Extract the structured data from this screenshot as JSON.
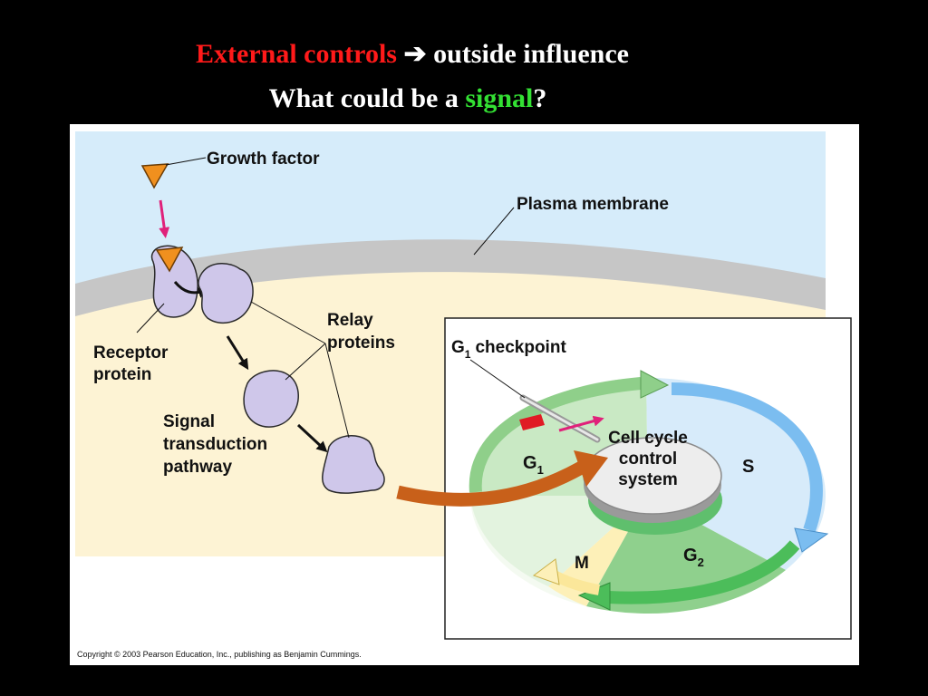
{
  "slide": {
    "title_red": "External controls",
    "title_arrow": "➔",
    "title_rest": "outside influence",
    "question_pre": "What could be a ",
    "question_green": "signal",
    "question_post": "?"
  },
  "diagram": {
    "labels": {
      "growth_factor": "Growth factor",
      "plasma_membrane": "Plasma membrane",
      "relay_proteins_1": "Relay",
      "relay_proteins_2": "proteins",
      "receptor_protein_1": "Receptor",
      "receptor_protein_2": "protein",
      "signal_1": "Signal",
      "signal_2": "transduction",
      "signal_3": "pathway",
      "checkpoint_g": "G",
      "checkpoint_sub": "1",
      "checkpoint_rest": "checkpoint",
      "control_1": "Cell cycle",
      "control_2": "control",
      "control_3": "system",
      "phase_g1": "G",
      "phase_g1_sub": "1",
      "phase_s": "S",
      "phase_g2": "G",
      "phase_g2_sub": "2",
      "phase_m": "M"
    },
    "copyright": "Copyright © 2003 Pearson Education, Inc., publishing as Benjamin Cummings.",
    "colors": {
      "background": "#000000",
      "extracellular": "#d6ecfa",
      "membrane": "#c6c6c6",
      "cytoplasm": "#fdf3d4",
      "protein": "#cfc7ea",
      "growth_factor": "#f0901e",
      "magenta_arrow": "#e0217a",
      "signal_arrow": "#c8601a",
      "g1_phase": "#c9e9c4",
      "s_phase": "#d7ebfa",
      "g2_phase": "#8fd08d",
      "m_phase": "#fdf0b8",
      "checkpoint": "#e01b24"
    }
  }
}
